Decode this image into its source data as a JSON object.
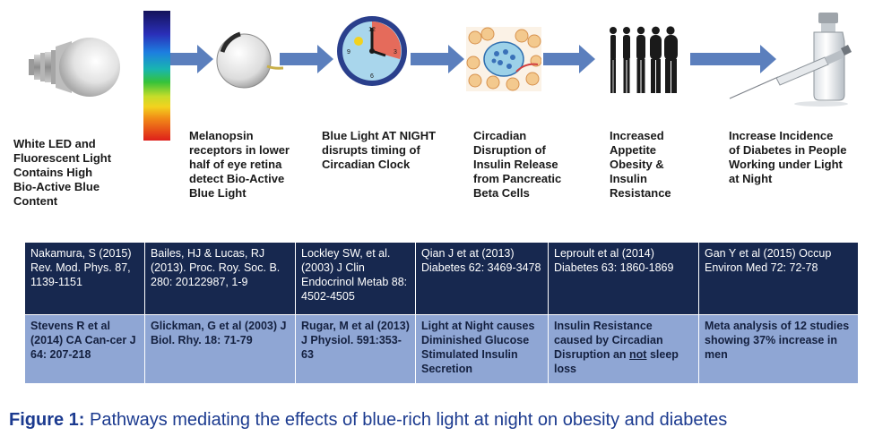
{
  "stages": [
    {
      "caption": "White LED and\nFluorescent Light\nContains High\nBio-Active Blue\nContent",
      "icon": "led-bulb-icon"
    },
    {
      "caption": "Melanopsin\nreceptors in lower\nhalf of eye retina\ndetect Bio-Active\nBlue Light",
      "icon": "eye-icon"
    },
    {
      "caption": "Blue Light AT NIGHT\ndisrupts timing of\nCircadian Clock",
      "icon": "clock-icon"
    },
    {
      "caption": "Circadian\nDisruption of\nInsulin Release\nfrom Pancreatic\nBeta Cells",
      "icon": "pancreatic-cells-icon"
    },
    {
      "caption": "Increased\nAppetite\nObesity &\nInsulin\nResistance",
      "icon": "body-silhouettes-icon"
    },
    {
      "caption": "Increase Incidence\nof Diabetes in People\nWorking under Light\nat Night",
      "icon": "insulin-syringe-icon"
    }
  ],
  "clock_numbers": {
    "top": "12",
    "right": "3",
    "bottom": "6",
    "left": "9"
  },
  "references": {
    "row1": [
      "Nakamura, S (2015) Rev. Mod. Phys. 87, 1139-1151",
      "Bailes, HJ & Lucas, RJ (2013). Proc. Roy. Soc. B. 280: 20122987, 1-9",
      "Lockley SW, et al. (2003) J Clin Endocrinol Metab 88: 4502-4505",
      "Qian J et at (2013) Diabetes 62: 3469-3478",
      "Leproult et al (2014) Diabetes 63: 1860-1869",
      "Gan Y et al (2015) Occup Environ Med 72: 72-78"
    ],
    "row2": [
      "Stevens R et al (2014) CA Can-cer J 64: 207-218",
      "Glickman, G et al (2003) J Biol. Rhy. 18: 71-79",
      "Rugar, M et al (2013) J Physiol. 591:353-63",
      "Light at Night causes Diminished Glucose Stimulated Insulin Secretion",
      {
        "before": "Insulin Resistance caused by Circadian Disruption an ",
        "underlined": "not",
        "after": " sleep loss"
      },
      "Meta analysis of 12 studies showing 37% increase in men"
    ]
  },
  "figure_caption": {
    "label": "Figure 1:",
    "text": " Pathways mediating the effects of blue-rich light at night on obesity and diabetes"
  },
  "colors": {
    "arrow": "#5b7fbd",
    "table_dark": "#17284f",
    "table_light": "#8fa6d4",
    "caption": "#1b3a8f"
  }
}
